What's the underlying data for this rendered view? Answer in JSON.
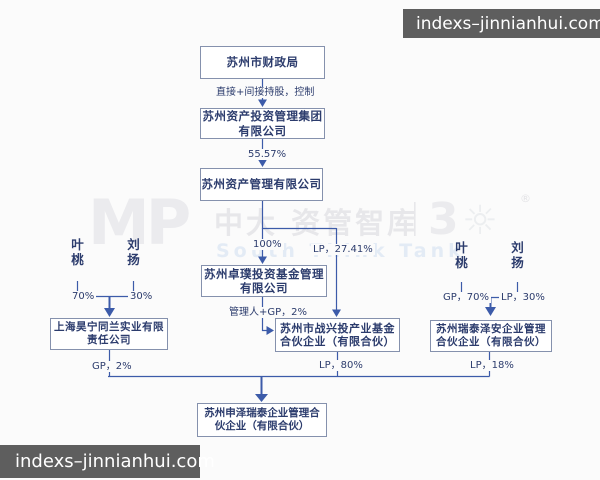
{
  "watermark_bars": {
    "top_right": "indexs–jinnianhui.com",
    "bottom_left": "indexs–jinnianhui.com"
  },
  "center_watermark": {
    "logo": "MP",
    "cn_text": "中大 资管智库",
    "divider": "|",
    "badge": "3",
    "sun_icon": "☼",
    "reg_mark": "®",
    "en_text": "South Think Tank"
  },
  "nodes": {
    "finance_bureau": {
      "line1": "苏州市财政局",
      "line2": ""
    },
    "group": {
      "line1": "苏州资产投资管理集团",
      "line2": "有限公司"
    },
    "suzhou_asset": {
      "line1": "苏州资产管理有限公司",
      "line2": ""
    },
    "zhuopu_fund_mgmt": {
      "line1": "苏州卓璞投资基金管理",
      "line2": "有限公司"
    },
    "zhanxingtou_fund": {
      "line1": "苏州市战兴投产业基金",
      "line2": "合伙企业（有限合伙）"
    },
    "haoning_tonglan": {
      "line1": "上海昊宁同兰实业有限",
      "line2": "责任公司"
    },
    "ruitai_zean": {
      "line1": "苏州瑞泰泽安企业管理",
      "line2": "合伙企业（有限合伙）"
    },
    "shenze_ruitai": {
      "line1": "苏州申泽瑞泰企业管理合",
      "line2": "伙企业（有限合伙）"
    }
  },
  "persons": {
    "left_ye_tao": "叶桃",
    "left_liu_yang": "刘扬",
    "right_ye_tao": "叶桃",
    "right_liu_yang": "刘扬"
  },
  "edge_labels": {
    "control": "直接+间接持股，控制",
    "pct_55_57": "55.57%",
    "pct_100": "100%",
    "lp_27_41": "LP，27.41%",
    "manager_gp_2": "管理人+GP，2%",
    "left_70": "70%",
    "left_30": "30%",
    "right_gp_70": "GP，70%",
    "right_lp_30": "LP，30%",
    "gp_2": "GP，2%",
    "lp_80": "LP，80%",
    "lp_18": "LP，18%"
  },
  "colors": {
    "line": "#3c5ba9",
    "box_border": "#8591ad",
    "box_text": "#2c3c6d",
    "watermark_bar_bg": "#5e5e5e",
    "watermark_bar_text": "#ffffff"
  }
}
